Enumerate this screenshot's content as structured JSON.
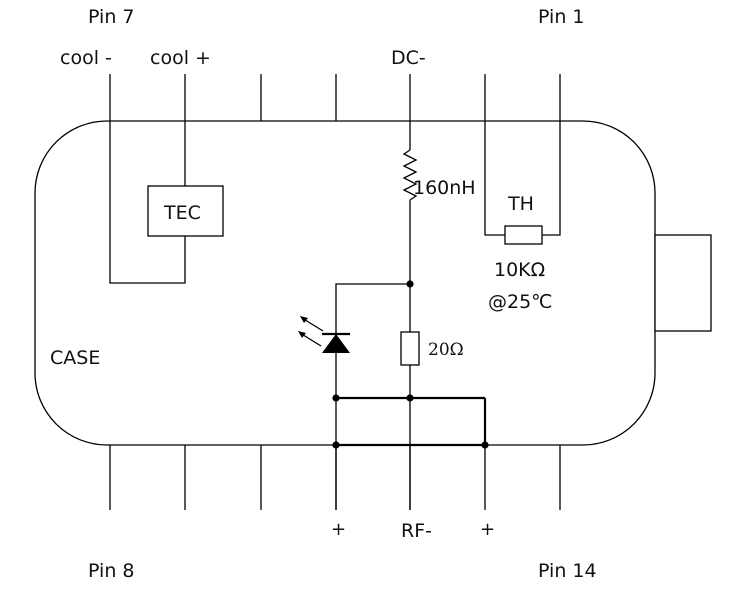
{
  "pins": {
    "top_left": "Pin 7",
    "top_right": "Pin 1",
    "bottom_left": "Pin 8",
    "bottom_right": "Pin 14"
  },
  "top_labels": {
    "cool_minus": "cool -",
    "cool_plus": "cool +",
    "dc_minus": "DC-"
  },
  "bottom_labels": {
    "plus_left": "+",
    "rf_minus": "RF-",
    "plus_right": "+"
  },
  "components": {
    "tec": "TEC",
    "inductor": "160nH",
    "thermistor": "TH",
    "thermistor_value": "10KΩ",
    "thermistor_temp": "@25℃",
    "resistor": "20Ω",
    "case": "CASE"
  }
}
